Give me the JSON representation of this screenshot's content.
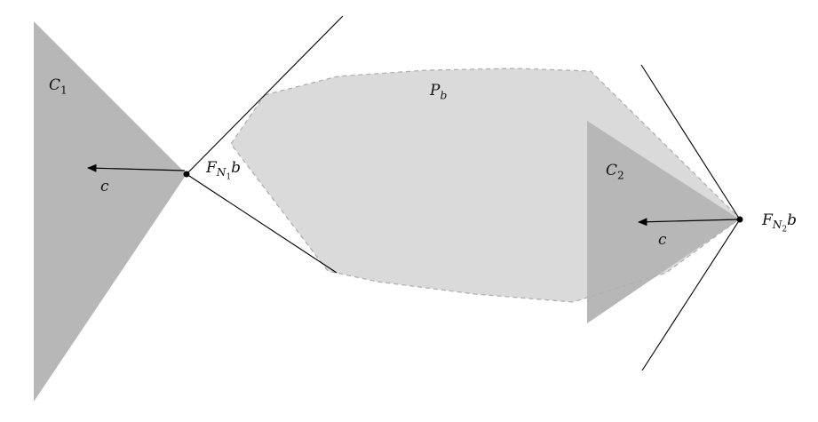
{
  "figure": {
    "background": "#ffffff",
    "colors": {
      "cone_fill": "#b7b7b7",
      "polytope_fill": "#dadada",
      "polytope_border": "#b0b0b0",
      "line_color": "#000000",
      "dot_color": "#000000"
    },
    "labels": {
      "cone1": {
        "base": "C",
        "sub": "1"
      },
      "cone2": {
        "base": "C",
        "sub": "2"
      },
      "polytope": {
        "base": "P",
        "sub": "b"
      },
      "vertex1": {
        "f": "F",
        "n": "N",
        "index": "1",
        "b": "b"
      },
      "vertex2": {
        "f": "F",
        "n": "N",
        "index": "2",
        "b": "b"
      },
      "cost_left": "c",
      "cost_right": "c"
    }
  }
}
